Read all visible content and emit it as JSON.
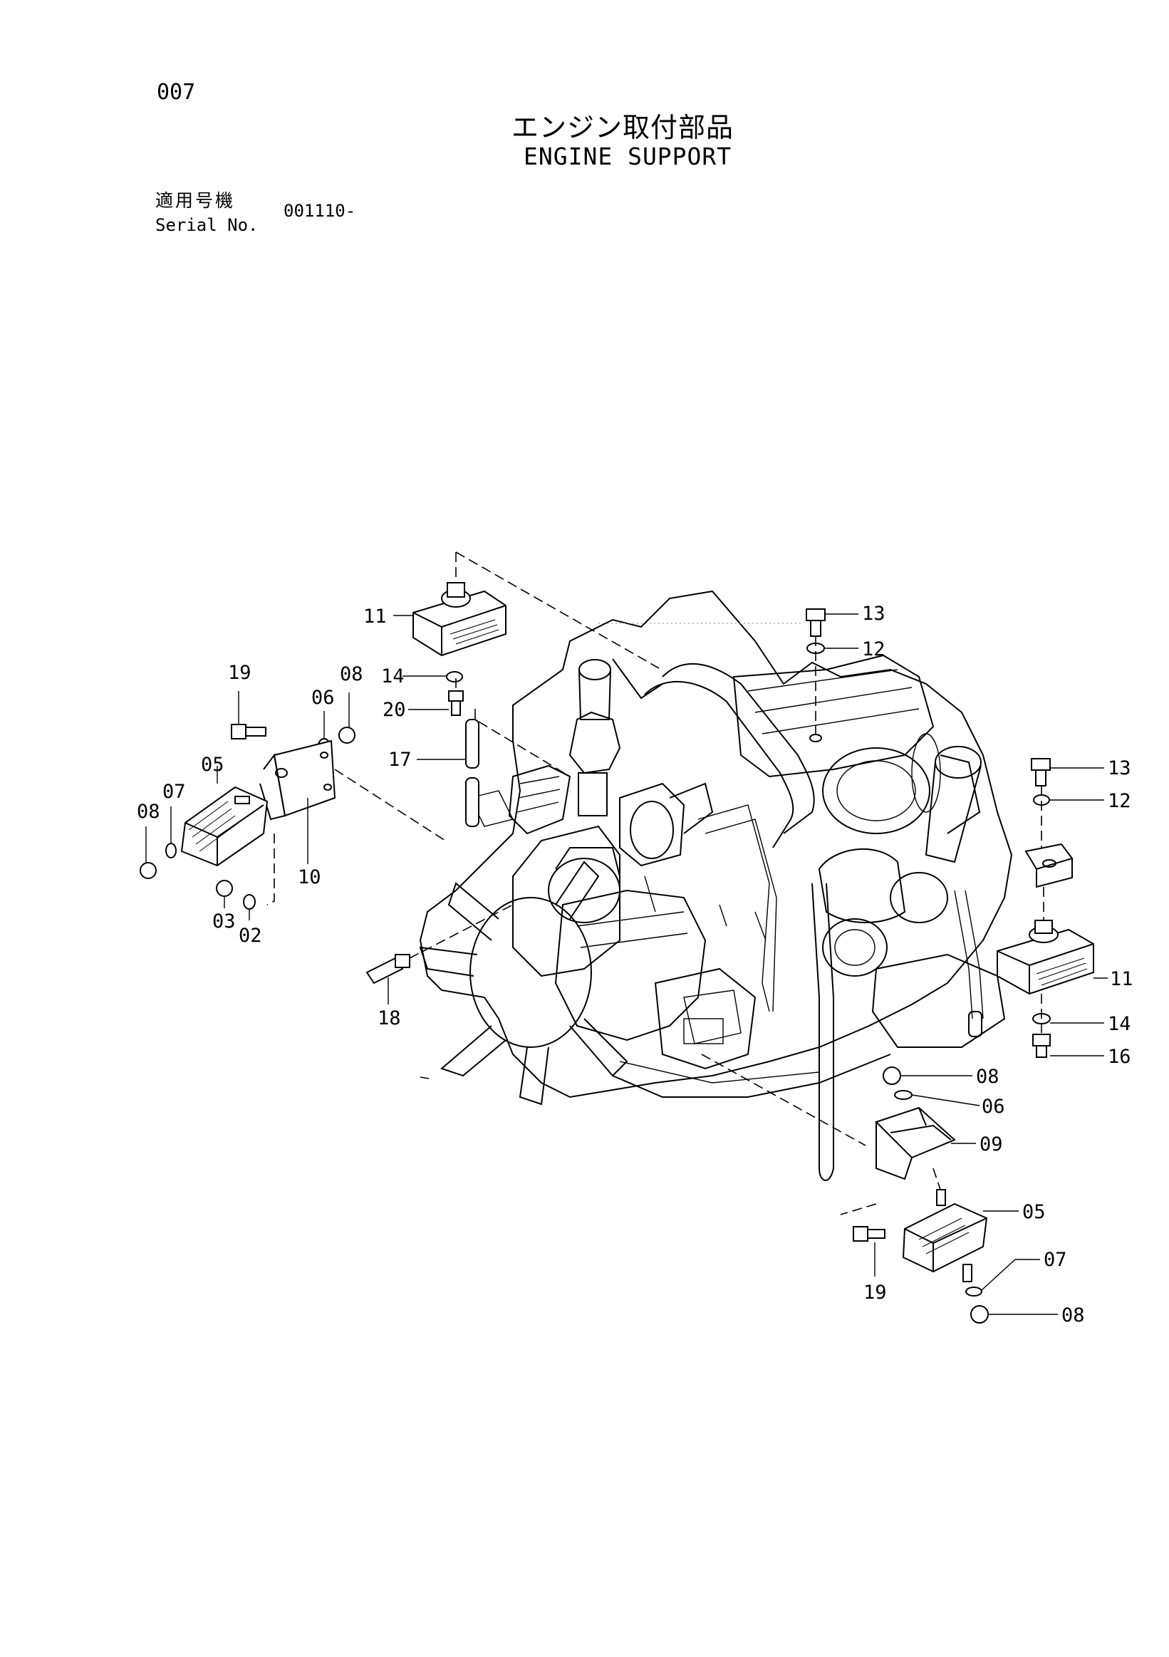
{
  "page_number": "007",
  "title": {
    "japanese": "エンジン取付部品",
    "english": "ENGINE SUPPORT"
  },
  "serial": {
    "label_japanese": "適用号機",
    "label_english": "Serial No.",
    "value": "001110-"
  },
  "callouts": {
    "c11a": "11",
    "c14a": "14",
    "c20": "20",
    "c17": "17",
    "c13a": "13",
    "c12a": "12",
    "c19a": "19",
    "c06a": "06",
    "c08a": "08",
    "c05a": "05",
    "c07a": "07",
    "c08b": "08",
    "c10": "10",
    "c03": "03",
    "c02": "02",
    "c18": "18",
    "c13b": "13",
    "c12b": "12",
    "c11b": "11",
    "c14b": "14",
    "c16": "16",
    "c08c": "08",
    "c06b": "06",
    "c09": "09",
    "c05b": "05",
    "c07b": "07",
    "c08d": "08",
    "c19b": "19"
  }
}
